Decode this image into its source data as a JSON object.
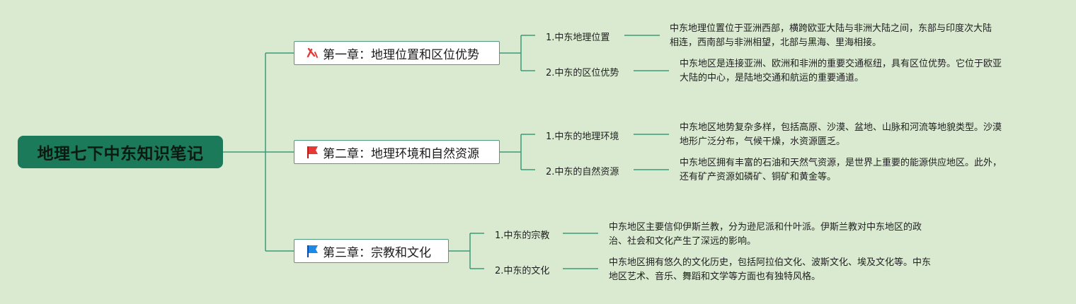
{
  "colors": {
    "background": "#d9ead0",
    "root": "#1b7a5a",
    "line": "#3c9a78",
    "red_flag": "#e53935",
    "blue_flag": "#1e88e5"
  },
  "root": {
    "title": "地理七下中东知识笔记"
  },
  "chapters": [
    {
      "icon": "ribbon-icon",
      "title": "第一章：地理位置和区位优势",
      "sections": [
        {
          "title": "1.中东地理位置",
          "lines": [
            "中东地理位置位于亚洲西部，横跨欧亚大陆与非洲大陆之间，东部与印度次大陆",
            "相连，西南部与非洲相望，北部与黑海、里海相接。"
          ]
        },
        {
          "title": "2.中东的区位优势",
          "lines": [
            "中东地区是连接亚洲、欧洲和非洲的重要交通枢纽，具有区位优势。它位于欧亚",
            "大陆的中心，是陆地交通和航运的重要通道。"
          ]
        }
      ]
    },
    {
      "icon": "red-flag-icon",
      "title": "第二章：地理环境和自然资源",
      "sections": [
        {
          "title": "1.中东的地理环境",
          "lines": [
            "中东地区地势复杂多样，包括高原、沙漠、盆地、山脉和河流等地貌类型。沙漠",
            "地形广泛分布，气候干燥，水资源匮乏。"
          ]
        },
        {
          "title": "2.中东的自然资源",
          "lines": [
            "中东地区拥有丰富的石油和天然气资源，是世界上重要的能源供应地区。此外，",
            "还有矿产资源如磷矿、铜矿和黄金等。"
          ]
        }
      ]
    },
    {
      "icon": "blue-flag-icon",
      "title": "第三章：宗教和文化",
      "sections": [
        {
          "title": "1.中东的宗教",
          "lines": [
            "中东地区主要信仰伊斯兰教，分为逊尼派和什叶派。伊斯兰教对中东地区的政",
            "治、社会和文化产生了深远的影响。"
          ]
        },
        {
          "title": "2.中东的文化",
          "lines": [
            "中东地区拥有悠久的文化历史，包括阿拉伯文化、波斯文化、埃及文化等。中东",
            "地区艺术、音乐、舞蹈和文学等方面也有独特风格。"
          ]
        }
      ]
    }
  ]
}
